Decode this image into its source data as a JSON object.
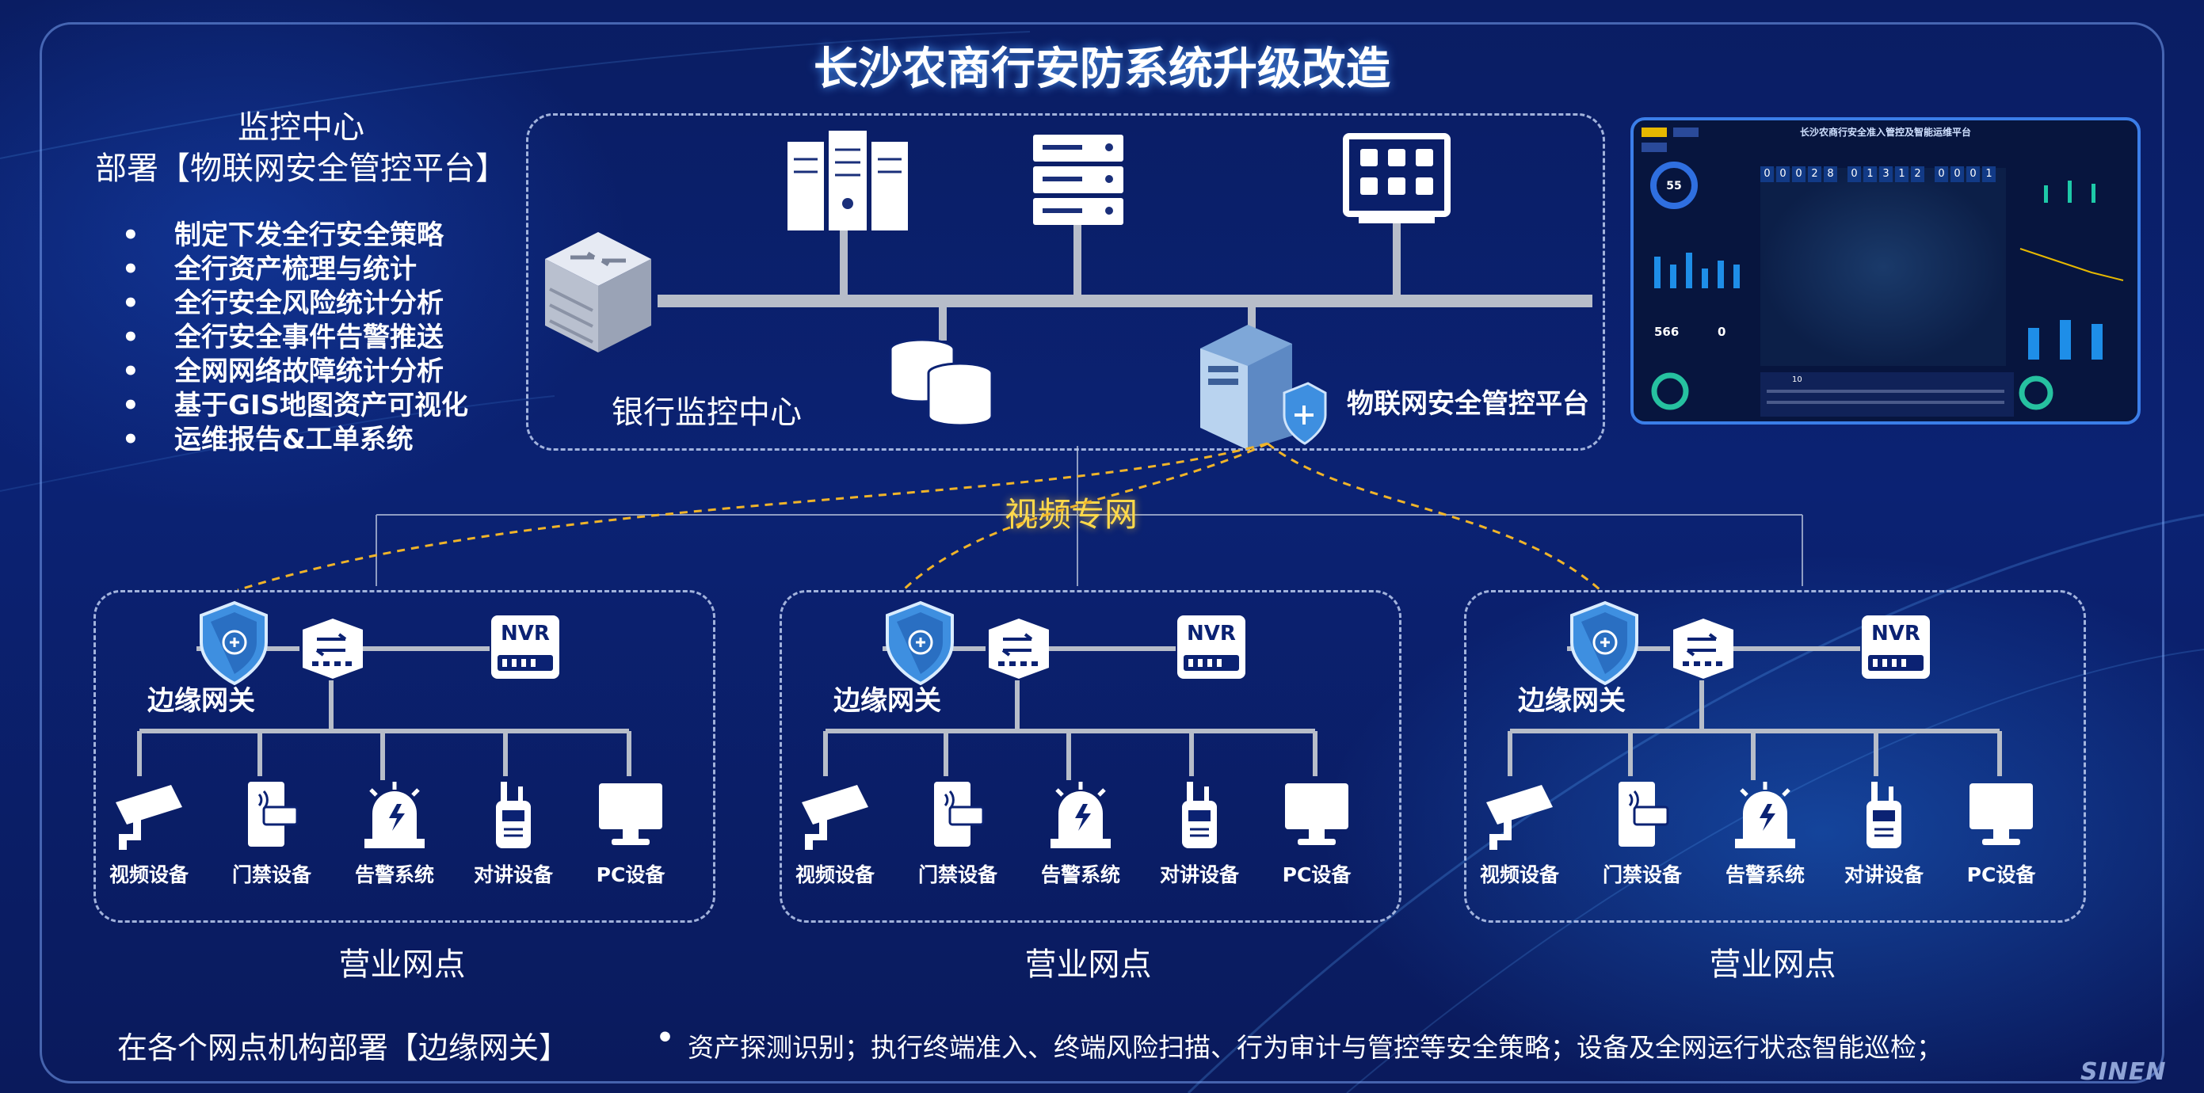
{
  "title": "长沙农商行安防系统升级改造",
  "monitor_center": {
    "heading_line1": "监控中心",
    "heading_line2": "部署【物联网安全管控平台】",
    "bullets": [
      "制定下发全行安全策略",
      "全行资产梳理与统计",
      "全行安全风险统计分析",
      "全行安全事件告警推送",
      "全网网络故障统计分析",
      "基于GIS地图资产可视化",
      "运维报告&工单系统"
    ]
  },
  "core": {
    "bank_center_label": "银行监控中心",
    "platform_label": "物联网安全管控平台"
  },
  "video_network_label": "视频专网",
  "branch": {
    "gateway_label": "边缘网关",
    "nvr_text": "NVR",
    "area_label": "营业网点",
    "devices": [
      "视频设备",
      "门禁设备",
      "告警系统",
      "对讲设备",
      "PC设备"
    ]
  },
  "dashboard": {
    "title": "长沙农商行安全准入管控及智能运维平台",
    "counter_digits": [
      "0",
      "0",
      "0",
      "2",
      "8",
      "0",
      "1",
      "3",
      "1",
      "2",
      "0",
      "0",
      "0",
      "1"
    ],
    "gauge_value": "55",
    "stat_a": "566",
    "stat_b": "0",
    "stat_c": "10"
  },
  "footer": {
    "left": "在各个网点机构部署【边缘网关】",
    "bullet": "资产探测识别；执行终端准入、终端风险扫描、行为审计与管控等安全策略；设备及全网运行状态智能巡检；"
  },
  "watermark": "SINEN",
  "colors": {
    "background": "#0b1f6a",
    "accent": "#ffd94a",
    "line": "#b7bdc9",
    "dash_link": "#f0b429",
    "shield": "#3e8fe0"
  }
}
